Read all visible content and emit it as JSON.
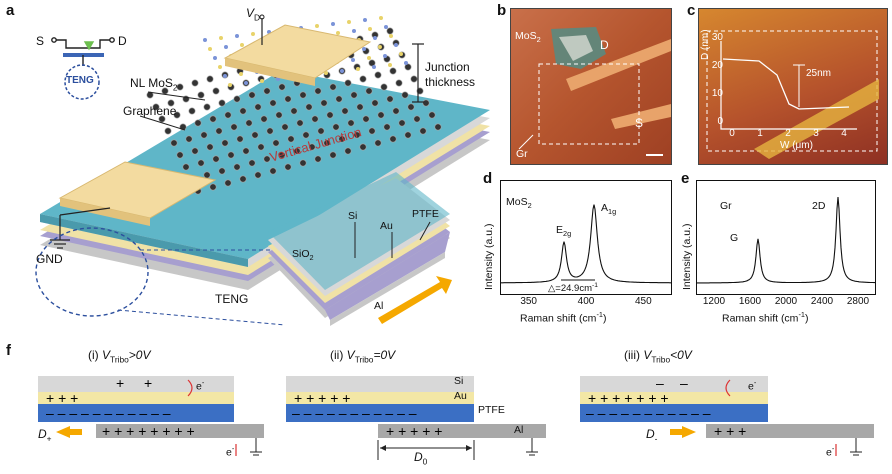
{
  "panel_labels": {
    "a": "a",
    "b": "b",
    "c": "c",
    "d": "d",
    "e": "e",
    "f": "f"
  },
  "panel_a": {
    "vd": "V",
    "vd_sub": "D",
    "s": "S",
    "d": "D",
    "teng_circle": "TENG",
    "nl_mos2": "NL MoS",
    "nl_sub": "2",
    "junction_1": "Junction",
    "junction_2": "thickness",
    "graphene": "Graphene",
    "vertical_junction": "Vertical Junction",
    "gnd": "GND",
    "si": "Si",
    "au": "Au",
    "ptfe": "PTFE",
    "sio2": "SiO",
    "sio2_sub": "2",
    "al": "Al",
    "teng": "TENG",
    "colors": {
      "graphene": "#5fb6c8",
      "contact": "#f3dba0",
      "base": "#bfbfbf",
      "ptfe": "#a79fcf",
      "arrow": "#f5a800"
    }
  },
  "panel_b": {
    "mos2": "MoS",
    "mos2_sub": "2",
    "d": "D",
    "s": "S",
    "gr": "Gr"
  },
  "panel_c": {
    "ylabel": "D (nm)",
    "xlabel": "W (μm)",
    "yticks": [
      "30",
      "20",
      "10",
      "0"
    ],
    "xticks": [
      "0",
      "1",
      "2",
      "3",
      "4"
    ],
    "step": "25nm"
  },
  "panel_d": {
    "mos2": "MoS",
    "mos2_sub": "2",
    "e2g": "E",
    "e2g_sub": "2g",
    "a1g": "A",
    "a1g_sub": "1g",
    "delta": "△=24.9cm",
    "delta_sup": "-1",
    "ylabel": "Intensity (a.u.)",
    "xlabel": "Raman shift (cm",
    "xlabel_sup": "-1",
    "xticks": [
      "350",
      "400",
      "450"
    ]
  },
  "panel_e": {
    "gr": "Gr",
    "g": "G",
    "d2": "2D",
    "ylabel": "Intensity (a.u.)",
    "xlabel": "Raman shift (cm",
    "xlabel_sup": "-1",
    "xticks": [
      "1200",
      "1600",
      "2000",
      "2400",
      "2800"
    ]
  },
  "panel_f": {
    "i": {
      "label": "(i) ",
      "v": "V",
      "sub": "Tribo",
      "cond": ">0V",
      "d": "D",
      "dsub": "+",
      "e": "e",
      "esup": "-"
    },
    "ii": {
      "label": "(ii) ",
      "v": "V",
      "sub": "Tribo",
      "cond": "=0V",
      "si": "Si",
      "au": "Au",
      "ptfe": "PTFE",
      "al": "Al",
      "d": "D",
      "dsub": "0"
    },
    "iii": {
      "label": "(iii) ",
      "v": "V",
      "sub": "Tribo",
      "cond": "<0V",
      "d": "D",
      "dsub": "-",
      "e": "e",
      "esup": "-"
    }
  }
}
